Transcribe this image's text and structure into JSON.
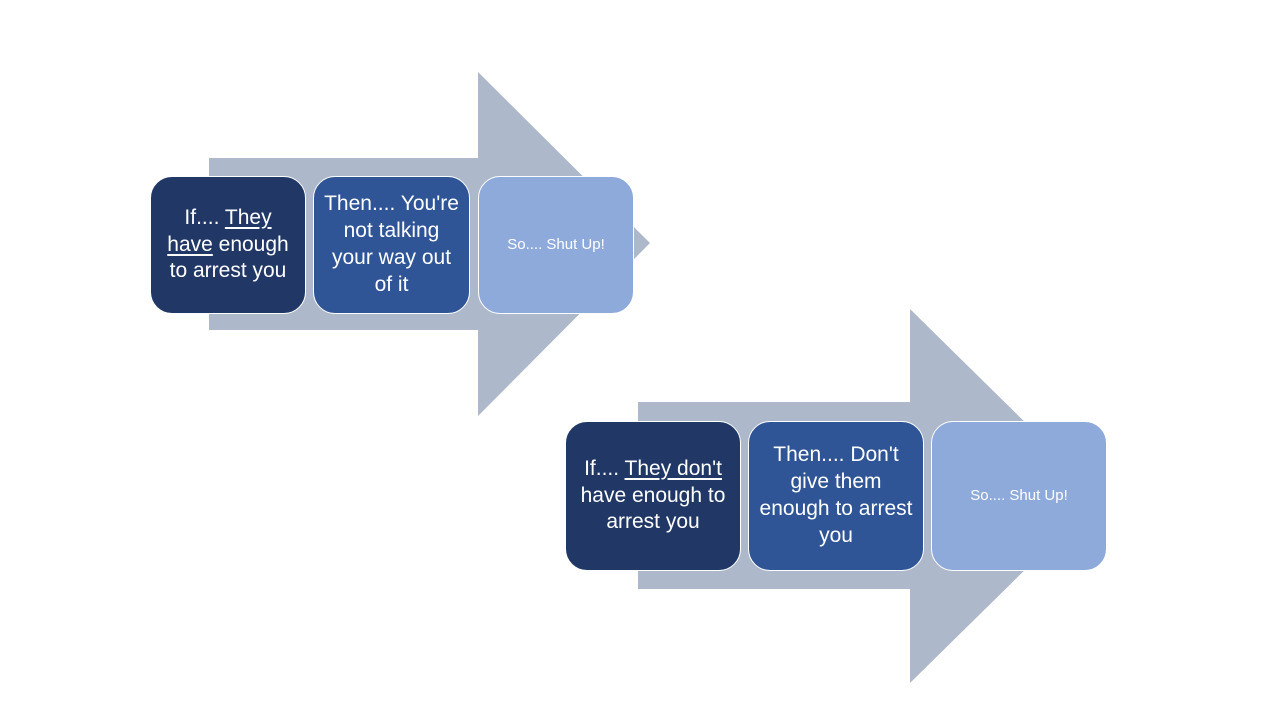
{
  "colors": {
    "arrow": "#adb9ca",
    "dark": "#213866",
    "mid": "#2f5596",
    "light": "#8eaadb",
    "text": "#ffffff"
  },
  "flow1": {
    "step1": {
      "prefix": "If.... ",
      "underlined": "They have",
      "suffix": " enough to arrest you"
    },
    "step2": {
      "text": "Then.... You're not talking your way out of it"
    },
    "step3": {
      "text": "So.... Shut Up!"
    }
  },
  "flow2": {
    "step1": {
      "prefix": "If.... ",
      "underlined": "They don't",
      "suffix": " have enough to arrest you"
    },
    "step2": {
      "text": "Then.... Don't give them enough to arrest you"
    },
    "step3": {
      "text": "So.... Shut Up!"
    }
  }
}
